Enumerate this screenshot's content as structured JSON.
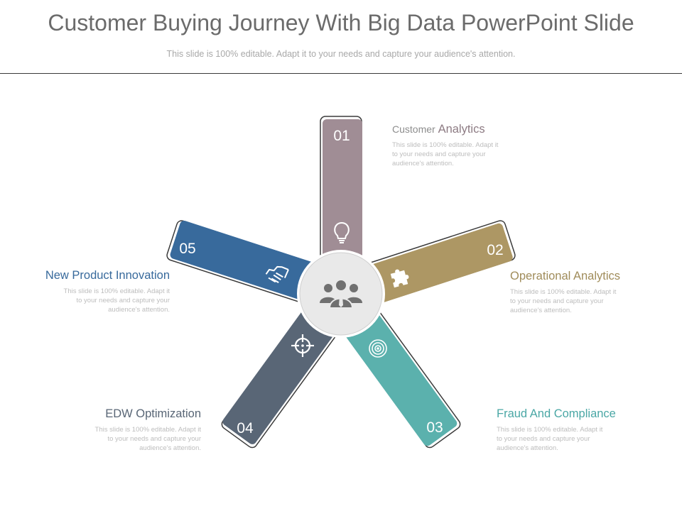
{
  "header": {
    "title": "Customer Buying Journey With Big Data PowerPoint Slide",
    "subtitle": "This slide is 100% editable. Adapt it to your needs and capture your audience's attention."
  },
  "steps": [
    {
      "number": "01",
      "heading_part1": "Customer ",
      "heading_part2": "Analytics",
      "desc_lines": [
        "This slide is 100% editable. Adapt it",
        "to your needs and capture your",
        "audience's attention."
      ],
      "color": "#a08d95",
      "icon": "lightbulb-icon"
    },
    {
      "number": "02",
      "heading": "Operational Analytics",
      "desc_lines": [
        "This slide is 100% editable. Adapt it",
        "to your needs and capture your",
        "audience's attention."
      ],
      "color": "#ad9764",
      "heading_color": "#a08c5a",
      "icon": "puzzle-icon"
    },
    {
      "number": "03",
      "heading": "Fraud And Compliance",
      "desc_lines": [
        "This slide is 100% editable. Adapt it",
        "to your needs and capture your",
        "audience's attention."
      ],
      "color": "#5bb1ad",
      "heading_color": "#4aa7a5",
      "icon": "target-icon"
    },
    {
      "number": "04",
      "heading": "EDW Optimization",
      "desc_lines": [
        "This slide is 100% editable. Adapt it",
        "to your needs and capture your",
        "audience's attention."
      ],
      "color": "#596676",
      "heading_color": "#596676",
      "icon": "crosshair-icon"
    },
    {
      "number": "05",
      "heading": "New Product Innovation",
      "desc_lines": [
        "This slide is 100% editable. Adapt it",
        "to your needs and capture your",
        "audience's attention."
      ],
      "color": "#386a9c",
      "heading_color": "#386a9c",
      "icon": "handshake-icon"
    }
  ],
  "center": {
    "icon": "people-group-icon"
  }
}
